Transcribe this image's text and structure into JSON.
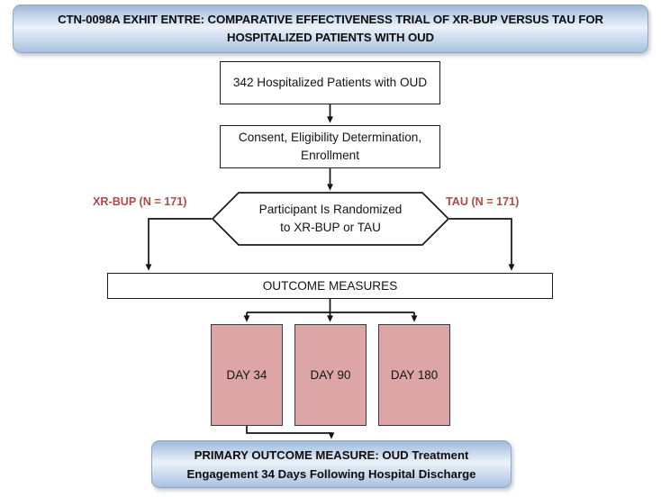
{
  "figure": {
    "title": "CTN-0098A EXHIT ENTRE: COMPARATIVE EFFECTIVENESS TRIAL OF XR-BUP VERSUS TAU FOR HOSPITALIZED PATIENTS WITH OUD"
  },
  "nodes": {
    "patients": "342 Hospitalized Patients with OUD",
    "consent": "Consent, Eligibility Determination, Enrollment",
    "randomization": {
      "line1": "Participant Is Randomized",
      "line2": "to XR-BUP or TAU"
    },
    "outcome_measures": "OUTCOME MEASURES",
    "primary_outcome": "PRIMARY OUTCOME MEASURE: OUD Treatment Engagement 34 Days Following Hospital Discharge"
  },
  "arms": [
    {
      "key": "xrbup",
      "label": "XR-BUP (N = 171)",
      "n": 171
    },
    {
      "key": "tau",
      "label": "TAU (N = 171)",
      "n": 171
    }
  ],
  "timepoints": [
    {
      "key": "day34",
      "label": "DAY 34",
      "days": 34
    },
    {
      "key": "day90",
      "label": "DAY 90",
      "days": 90
    },
    {
      "key": "day180",
      "label": "DAY 180",
      "days": 180
    }
  ],
  "colors": {
    "banner_blue_dark": "#9fb8d8",
    "banner_blue_light": "#eef3fa",
    "arm_label_red": "#b04a4a",
    "timepoint_fill": "#dda5a5",
    "line": "#1d1d1d",
    "background": "#ffffff"
  }
}
